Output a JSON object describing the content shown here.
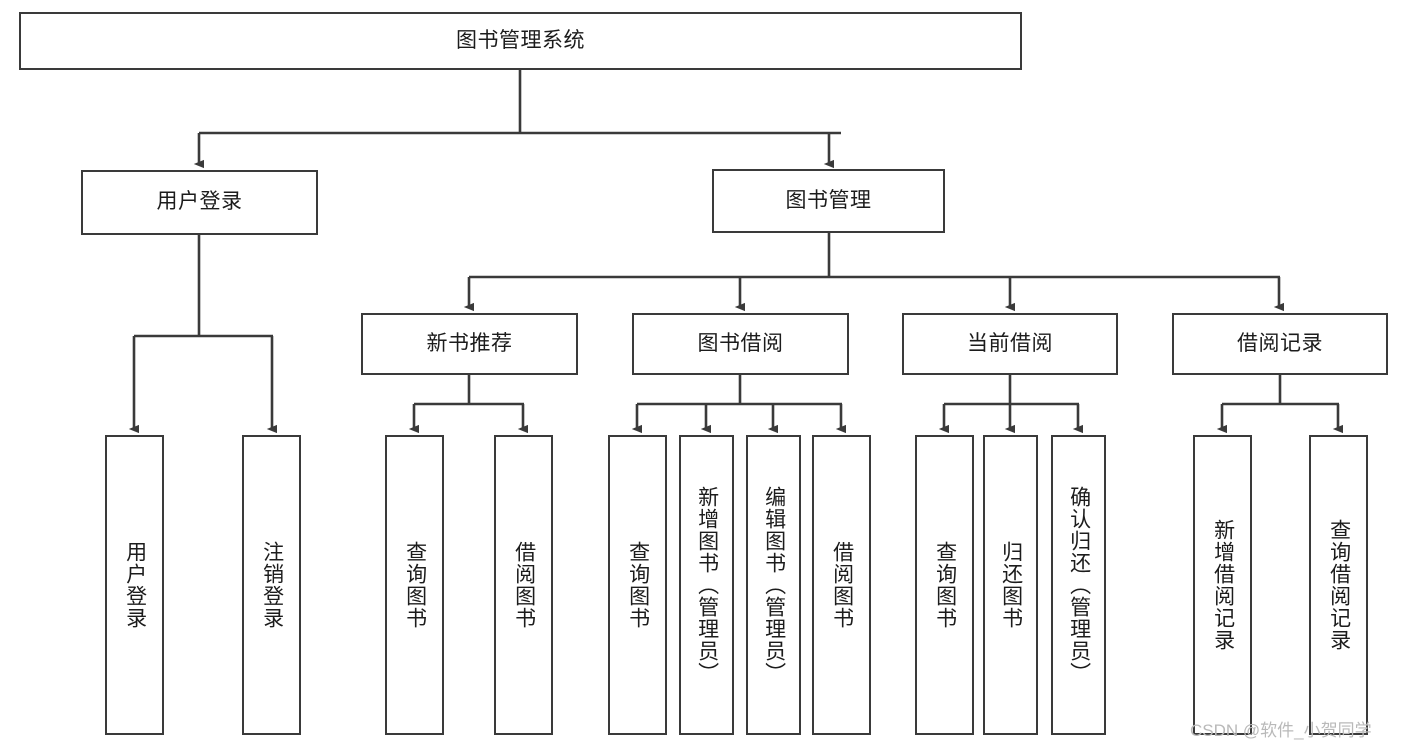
{
  "diagram": {
    "title": "图书管理系统",
    "type": "hierarchy-tree",
    "watermark": "CSDN @软件_小贺同学",
    "colors": {
      "border": "#3a3a3a",
      "background": "#ffffff",
      "text": "#1c1c1c",
      "edge": "#3a3a3a",
      "watermark": "#b9b9b9"
    },
    "levels": {
      "root": {
        "label": "图书管理系统"
      },
      "level1": [
        {
          "id": "user-login",
          "label": "用户登录"
        },
        {
          "id": "book-manage",
          "label": "图书管理"
        }
      ],
      "level2": [
        {
          "id": "new-book-recommend",
          "label": "新书推荐",
          "parent": "book-manage"
        },
        {
          "id": "book-borrow",
          "label": "图书借阅",
          "parent": "book-manage"
        },
        {
          "id": "current-borrow",
          "label": "当前借阅",
          "parent": "book-manage"
        },
        {
          "id": "borrow-record",
          "label": "借阅记录",
          "parent": "book-manage"
        }
      ],
      "leaves": [
        {
          "id": "leaf-user-login",
          "label": "用户登录",
          "parent": "user-login"
        },
        {
          "id": "leaf-logout",
          "label": "注销登录",
          "parent": "user-login"
        },
        {
          "id": "leaf-query-book-1",
          "label": "查询图书",
          "parent": "new-book-recommend"
        },
        {
          "id": "leaf-borrow-book-1",
          "label": "借阅图书",
          "parent": "new-book-recommend"
        },
        {
          "id": "leaf-query-book-2",
          "label": "查询图书",
          "parent": "book-borrow"
        },
        {
          "id": "leaf-add-book",
          "label": "新增图书（管理员）",
          "parent": "book-borrow"
        },
        {
          "id": "leaf-edit-book",
          "label": "编辑图书（管理员）",
          "parent": "book-borrow"
        },
        {
          "id": "leaf-borrow-book-2",
          "label": "借阅图书",
          "parent": "book-borrow"
        },
        {
          "id": "leaf-query-book-3",
          "label": "查询图书",
          "parent": "current-borrow"
        },
        {
          "id": "leaf-return-book",
          "label": "归还图书",
          "parent": "current-borrow"
        },
        {
          "id": "leaf-confirm-return",
          "label": "确认归还（管理员）",
          "parent": "current-borrow"
        },
        {
          "id": "leaf-add-record",
          "label": "新增借阅记录",
          "parent": "borrow-record"
        },
        {
          "id": "leaf-query-record",
          "label": "查询借阅记录",
          "parent": "borrow-record"
        }
      ]
    }
  }
}
